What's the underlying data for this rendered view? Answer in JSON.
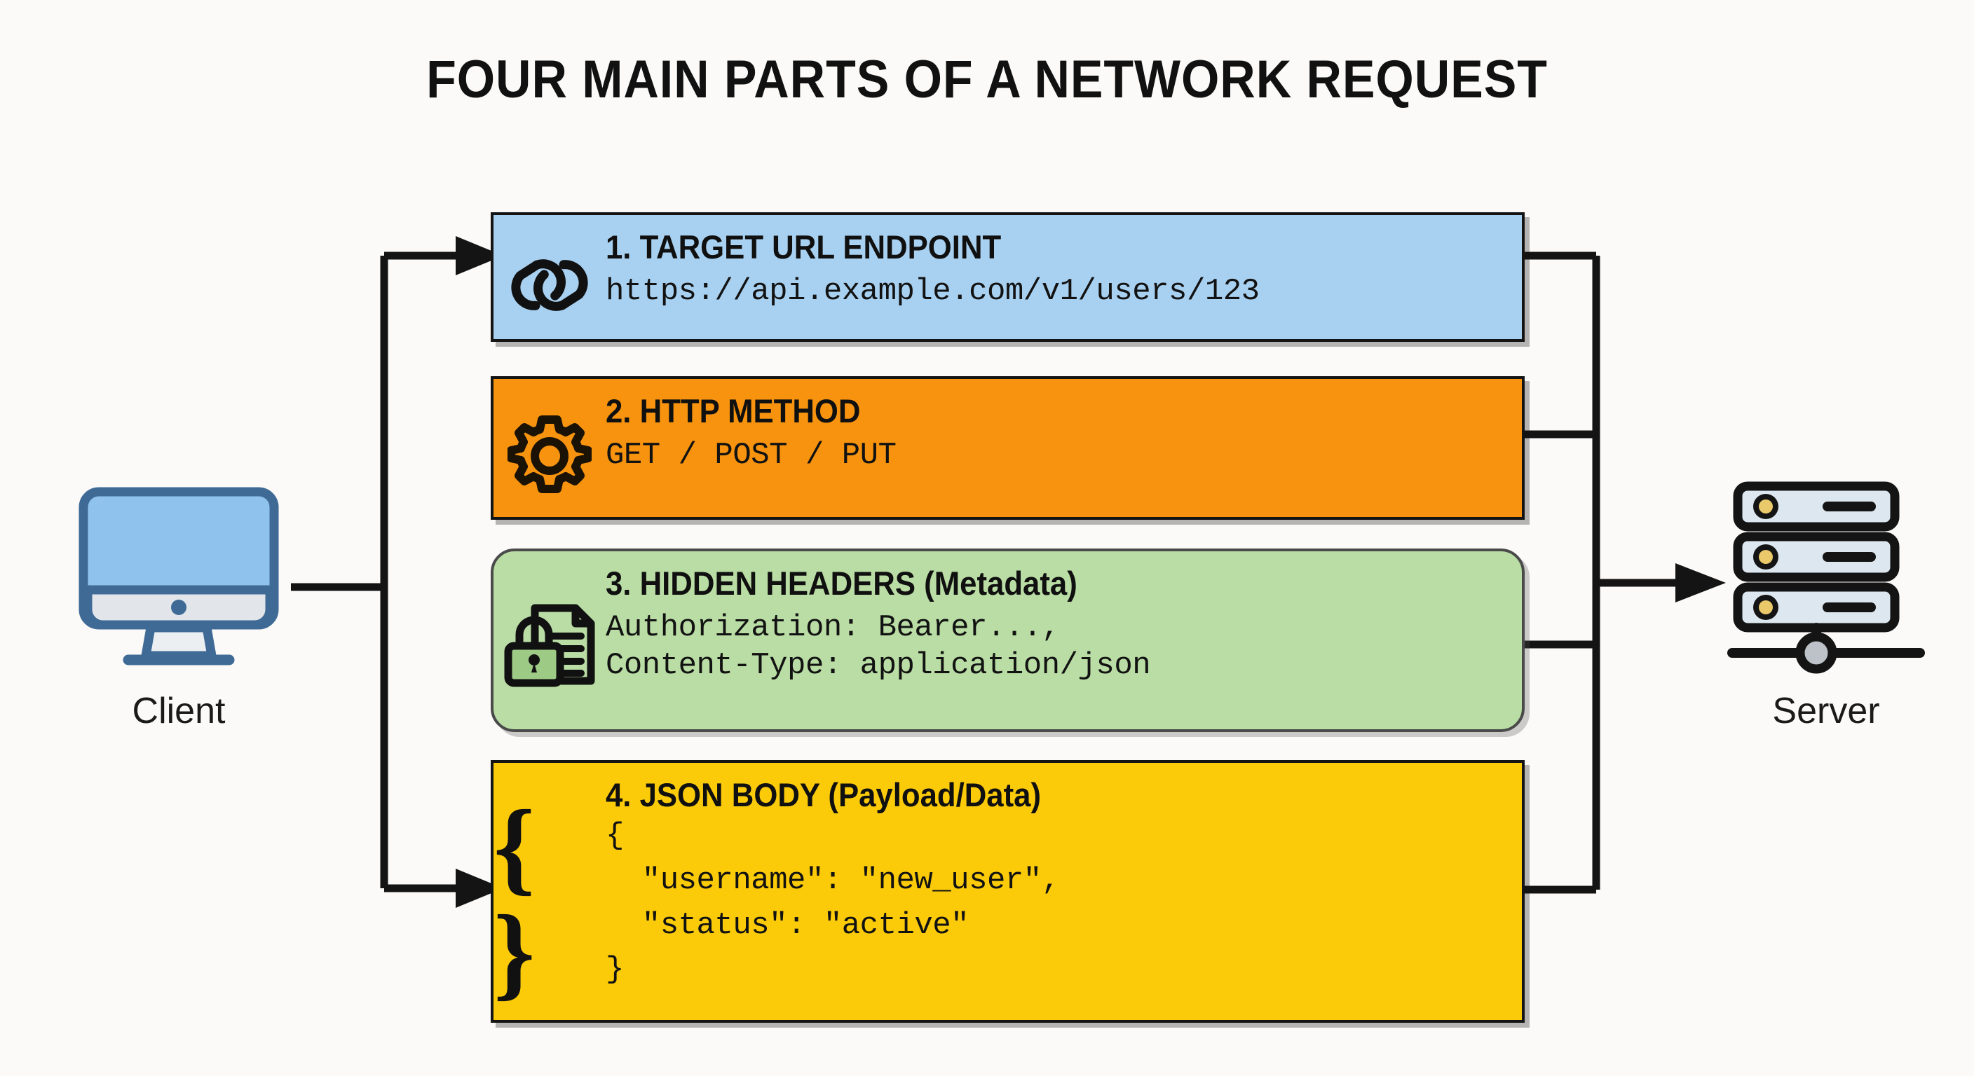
{
  "page": {
    "title": "FOUR MAIN PARTS OF A NETWORK REQUEST",
    "background_color": "#fbfaf8"
  },
  "nodes": {
    "client": {
      "label": "Client",
      "icon": "desktop-monitor-icon",
      "screen_color": "#8fc3ee",
      "frame_color": "#3f6a96"
    },
    "server": {
      "label": "Server",
      "icon": "server-rack-icon",
      "unit_color": "#dde7ef",
      "led_color": "#e9c96a",
      "frame_color": "#141414"
    }
  },
  "cards": [
    {
      "id": "url",
      "number": "1.",
      "title": "1. TARGET URL ENDPOINT",
      "body": "https://api.example.com/v1/users/123",
      "icon": "chain-link-icon",
      "color": "#a8d0f0",
      "rounded": false
    },
    {
      "id": "method",
      "number": "2.",
      "title": "2. HTTP METHOD",
      "body": "GET / POST / PUT",
      "icon": "gear-icon",
      "color": "#f7930e",
      "rounded": false
    },
    {
      "id": "headers",
      "number": "3.",
      "title": "3. HIDDEN HEADERS (Metadata)",
      "body": "Authorization: Bearer...,\nContent-Type: application/json",
      "icon": "locked-document-icon",
      "color": "#b9dda4",
      "rounded": true
    },
    {
      "id": "json",
      "number": "4.",
      "title": "4. JSON BODY (Payload/Data)",
      "body": "{\n  \"username\": \"new_user\",\n  \"status\": \"active\"\n}",
      "icon": "curly-braces-icon",
      "icon_glyph": "{ }",
      "color": "#fbcb09",
      "rounded": false
    }
  ],
  "connectors": {
    "line_color": "#141414",
    "left_bus_label": "client-to-parts-bus",
    "right_bus_label": "parts-to-server-bus",
    "arrows": [
      "to-url-card",
      "to-json-card",
      "to-server"
    ]
  }
}
